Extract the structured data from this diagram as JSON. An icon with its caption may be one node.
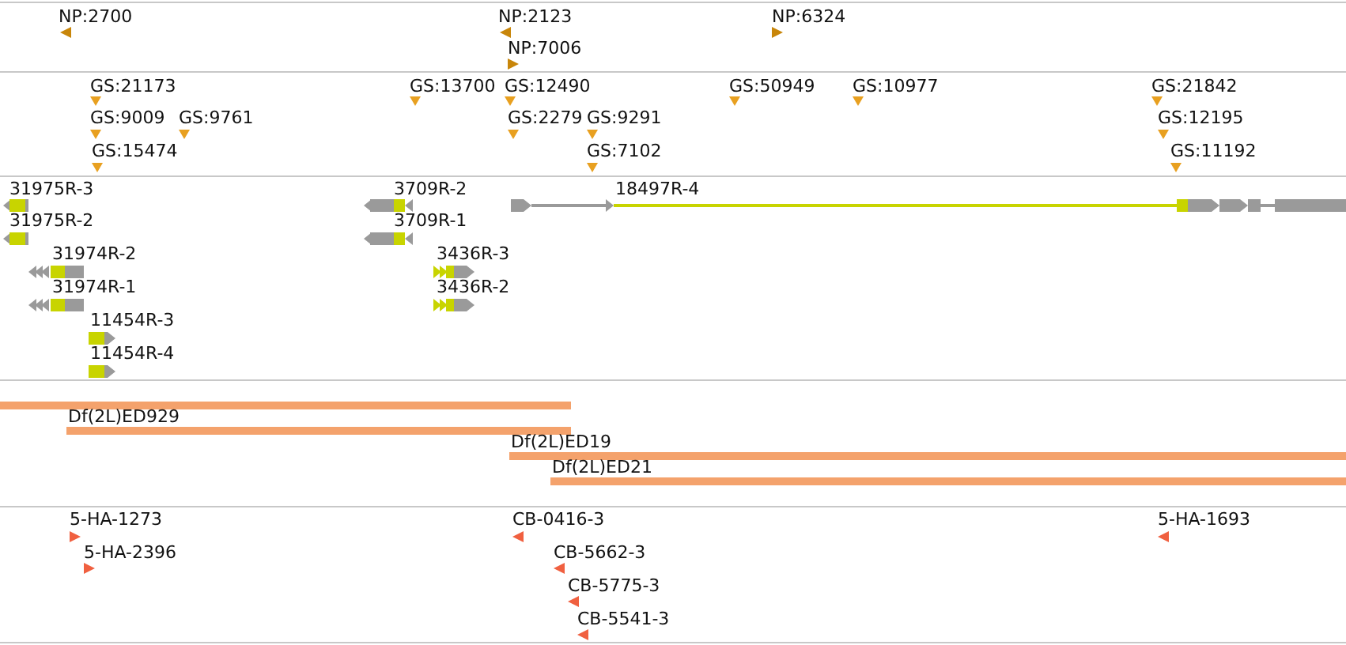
{
  "diagram": {
    "nodes": [
      {
        "text": [
          "NP:2700"
        ]
      },
      {
        "text": [
          "NP:2123"
        ]
      },
      {
        "text": [
          "NP:6324"
        ]
      },
      {
        "text": [
          "NP:7006"
        ]
      },
      {
        "text": [
          "GS:21173"
        ]
      },
      {
        "text": [
          "GS:13700"
        ]
      },
      {
        "text": [
          "GS:12490"
        ]
      },
      {
        "text": [
          "GS:50949"
        ]
      },
      {
        "text": [
          "GS:10977"
        ]
      },
      {
        "text": [
          "GS:21842"
        ]
      },
      {
        "text": [
          "GS:9009"
        ]
      },
      {
        "text": [
          "GS:9761"
        ]
      },
      {
        "text": [
          "GS:2279"
        ]
      },
      {
        "text": [
          "GS:9291"
        ]
      },
      {
        "text": [
          "GS:12195"
        ]
      },
      {
        "text": [
          "GS:15474"
        ]
      },
      {
        "text": [
          "GS:7102"
        ]
      },
      {
        "text": [
          "GS:11192"
        ]
      },
      {
        "text": [
          "31975R-3"
        ]
      },
      {
        "text": [
          "3709R-2"
        ]
      },
      {
        "text": [
          "18497R-4"
        ]
      },
      {
        "text": [
          "31975R-2"
        ]
      },
      {
        "text": [
          "3709R-1"
        ]
      },
      {
        "text": [
          "31974R-2"
        ]
      },
      {
        "text": [
          "3436R-3"
        ]
      },
      {
        "text": [
          "31974R-1"
        ]
      },
      {
        "text": [
          "3436R-2"
        ]
      },
      {
        "text": [
          "11454R-3"
        ]
      },
      {
        "text": [
          "11454R-4"
        ]
      },
      {
        "text": [],
        "shape": "bar"
      },
      {
        "text": [
          "Df(2L)ED929"
        ]
      },
      {
        "text": [
          "Df(2L)ED19"
        ]
      },
      {
        "text": [
          "Df(2L)ED21"
        ]
      },
      {
        "text": [
          "5-HA-1273"
        ]
      },
      {
        "text": [
          "CB-0416-3"
        ]
      },
      {
        "text": [
          "5-HA-1693"
        ]
      },
      {
        "text": [
          "5-HA-2396"
        ]
      },
      {
        "text": [
          "CB-5662-3"
        ]
      },
      {
        "text": [
          "CB-5775-3"
        ]
      },
      {
        "text": [
          "CB-5541-3"
        ]
      }
    ]
  }
}
